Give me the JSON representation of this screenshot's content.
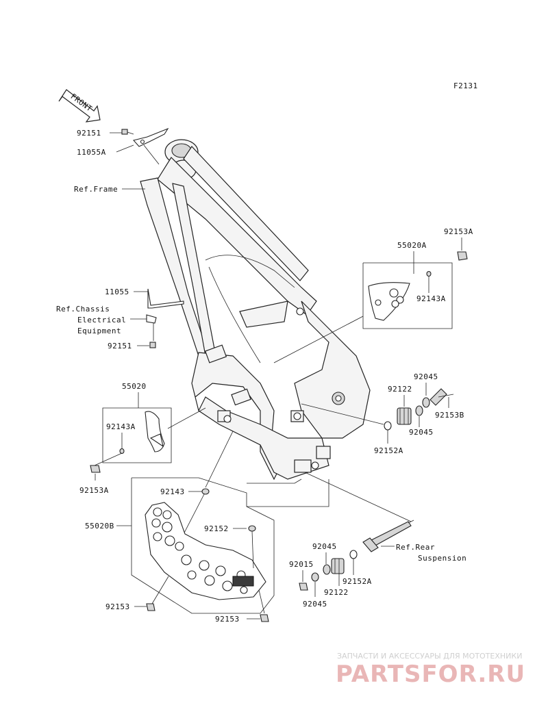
{
  "figure_code": "F2131",
  "front_arrow_label": "FRONT",
  "labels": {
    "p92151_top": "92151",
    "p11055A": "11055A",
    "ref_frame": "Ref.Frame",
    "p92153A_right": "92153A",
    "p55020A": "55020A",
    "p92143A_right": "92143A",
    "p11055": "11055",
    "ref_chassis_1": "Ref.Chassis",
    "ref_chassis_2": "Electrical",
    "ref_chassis_3": "Equipment",
    "p92151_mid": "92151",
    "p55020": "55020",
    "p92143A_left": "92143A",
    "p92153A_left": "92153A",
    "p92045_a": "92045",
    "p92122_a": "92122",
    "p92153B": "92153B",
    "p92045_b": "92045",
    "p92152A_a": "92152A",
    "p92143": "92143",
    "p55020B": "55020B",
    "p92152": "92152",
    "ref_rear_1": "Ref.Rear",
    "ref_rear_2": "Suspension",
    "p92045_c": "92045",
    "p92015": "92015",
    "p92152A_b": "92152A",
    "p92122_b": "92122",
    "p92045_d": "92045",
    "p92153_left": "92153",
    "p92153_bottom": "92153"
  },
  "watermark": {
    "tagline": "ЗАПЧАСТИ И АКСЕССУАРЫ ДЛЯ МОТОТЕХНИКИ",
    "brand": "PARTSFOR.RU"
  }
}
